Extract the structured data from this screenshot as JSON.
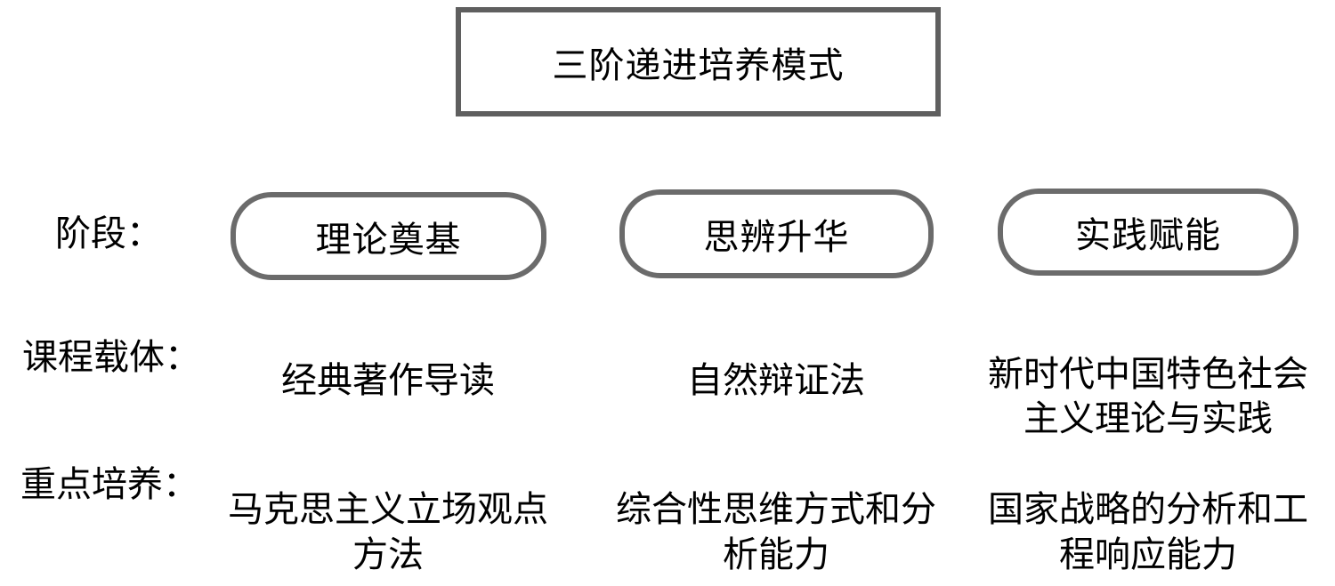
{
  "title": "三阶递进培养模式",
  "colors": {
    "background": "#ffffff",
    "title_box_border": "#5f5f5f",
    "pill_border": "#6b6b6b",
    "text": "#000000"
  },
  "rows": {
    "stage": {
      "label": "阶段：",
      "pills": [
        "理论奠基",
        "思辨升华",
        "实践赋能"
      ]
    },
    "carrier": {
      "label": "课程载体：",
      "items": [
        {
          "lines": [
            "经典著作导读"
          ]
        },
        {
          "lines": [
            "自然辩证法"
          ]
        },
        {
          "lines": [
            "新时代中国特色社会",
            "主义理论与实践"
          ]
        }
      ]
    },
    "focus": {
      "label": "重点培养：",
      "items": [
        {
          "lines": [
            "马克思主义立场观点",
            "方法"
          ]
        },
        {
          "lines": [
            "综合性思维方式和分",
            "析能力"
          ]
        },
        {
          "lines": [
            "国家战略的分析和工",
            "程响应能力"
          ]
        }
      ]
    }
  }
}
